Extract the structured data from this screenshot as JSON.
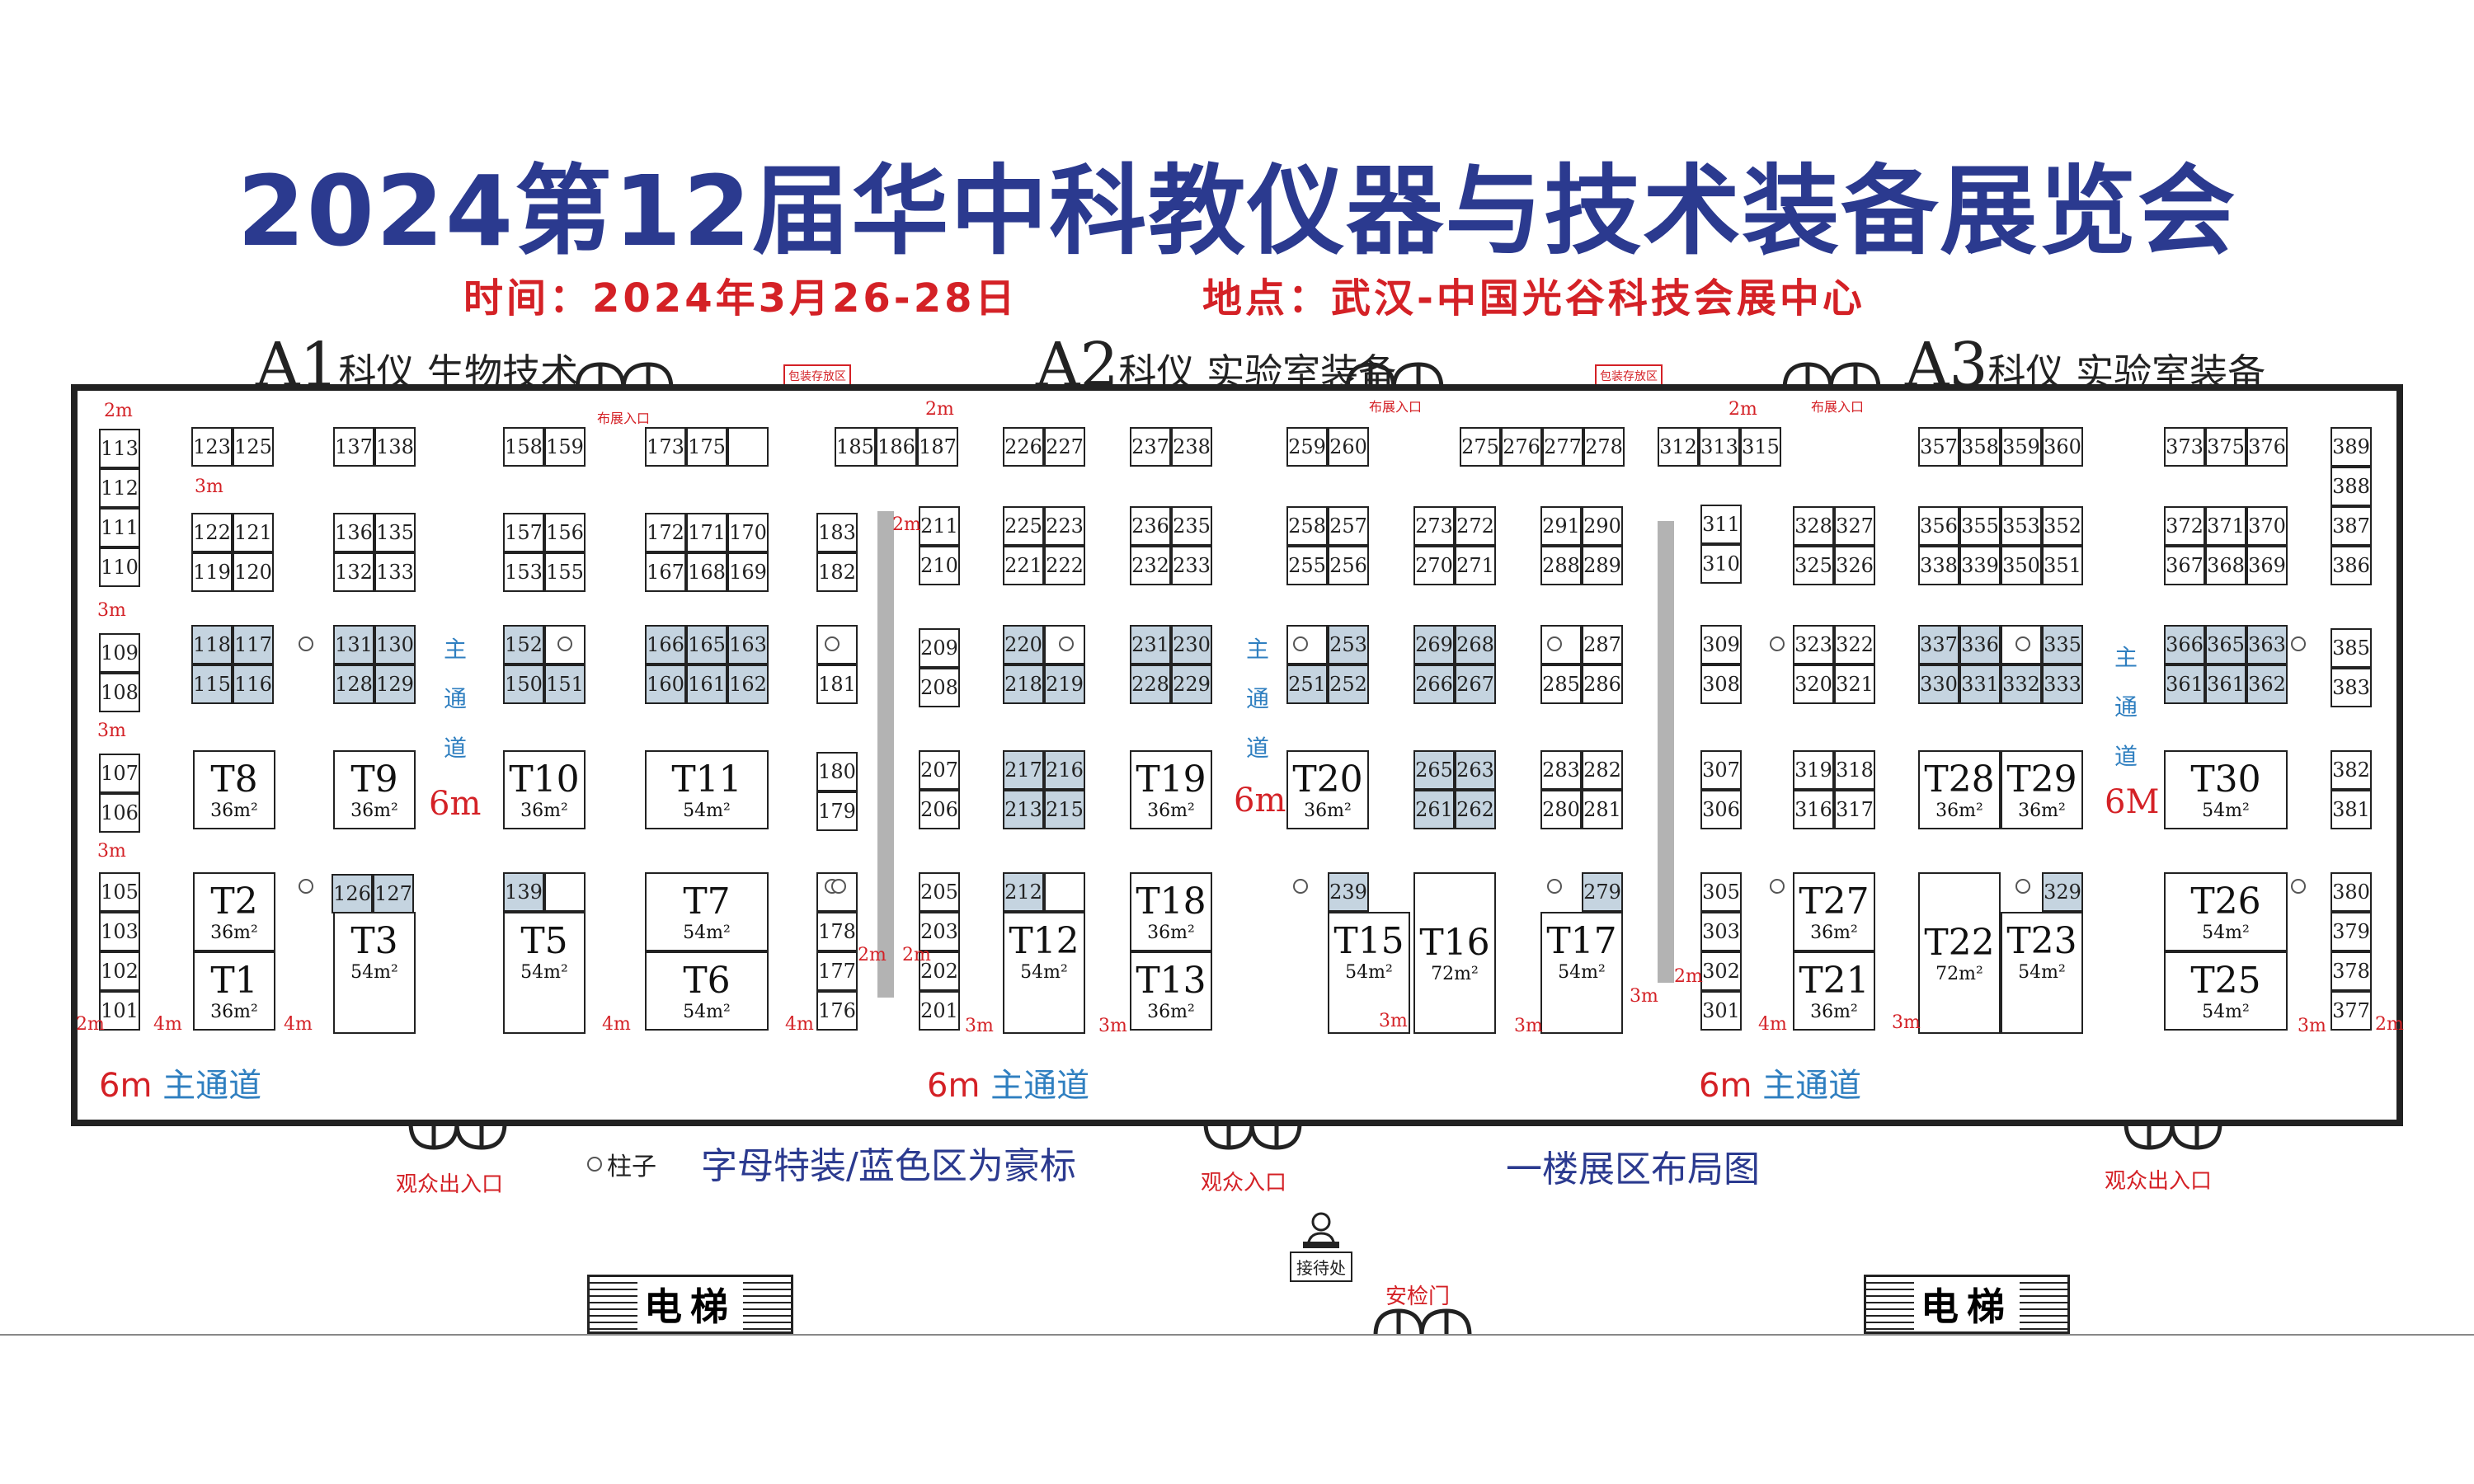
{
  "title": "2024第12届华中科教仪器与技术装备展览会",
  "time_text": "时间：2024年3月26-28日",
  "location_text": "地点：武汉-中国光谷科技会展中心",
  "halls": [
    {
      "code": "A1",
      "name": "科仪 生物技术"
    },
    {
      "code": "A2",
      "name": "科仪 实验室装备"
    },
    {
      "code": "A3",
      "name": "科仪 实验室装备"
    }
  ],
  "labels": {
    "exhibitor_entrance": "布展入口",
    "packaging_storage": "包装存放区",
    "visitor_exit_entrance": "观众出入口",
    "visitor_entrance": "观众入口",
    "pillar_legend": "柱子",
    "legend_text": "字母特装/蓝色区为豪标",
    "floor_layout": "一楼展区布局图",
    "reception": "接待处",
    "security_gate": "安检门",
    "elevator": "电梯",
    "main_aisle": "主通道",
    "main_aisle_v": "主通道"
  },
  "aisle_widths": {
    "six": "6m",
    "six_cap": "6M",
    "four": "4m",
    "three": "3m",
    "two": "2m"
  },
  "booths": [
    "113",
    "112",
    "111",
    "110",
    "109",
    "108",
    "107",
    "106",
    "105",
    "103",
    "102",
    "101",
    "123",
    "125",
    "122",
    "121",
    "119",
    "120",
    "118",
    "117",
    "115",
    "116",
    "126",
    "127",
    "137",
    "138",
    "136",
    "135",
    "132",
    "133",
    "131",
    "130",
    "128",
    "129",
    "158",
    "159",
    "157",
    "156",
    "153",
    "155",
    "152",
    "150",
    "151",
    "139",
    "173",
    "175",
    "172",
    "171",
    "170",
    "167",
    "168",
    "169",
    "166",
    "165",
    "163",
    "160",
    "161",
    "162",
    "183",
    "182",
    "181",
    "180",
    "179",
    "178",
    "177",
    "176",
    "185",
    "186",
    "187",
    "211",
    "210",
    "209",
    "208",
    "207",
    "206",
    "205",
    "203",
    "202",
    "201",
    "226",
    "227",
    "225",
    "223",
    "221",
    "222",
    "220",
    "218",
    "219",
    "217",
    "216",
    "213",
    "215",
    "212",
    "237",
    "238",
    "236",
    "235",
    "232",
    "233",
    "231",
    "230",
    "228",
    "229",
    "259",
    "260",
    "258",
    "257",
    "255",
    "256",
    "253",
    "251",
    "252",
    "239",
    "273",
    "272",
    "270",
    "271",
    "269",
    "268",
    "266",
    "267",
    "265",
    "263",
    "261",
    "262",
    "275",
    "276",
    "277",
    "278",
    "291",
    "290",
    "288",
    "289",
    "287",
    "285",
    "286",
    "283",
    "282",
    "280",
    "281",
    "279",
    "312",
    "313",
    "315",
    "311",
    "310",
    "309",
    "308",
    "307",
    "306",
    "305",
    "303",
    "302",
    "301",
    "328",
    "327",
    "325",
    "326",
    "323",
    "322",
    "320",
    "321",
    "319",
    "318",
    "316",
    "317",
    "357",
    "358",
    "359",
    "360",
    "356",
    "355",
    "353",
    "352",
    "338",
    "339",
    "350",
    "351",
    "337",
    "336",
    "335",
    "330",
    "331",
    "332",
    "333",
    "329",
    "373",
    "375",
    "376",
    "372",
    "371",
    "370",
    "367",
    "368",
    "369",
    "366",
    "365",
    "363",
    "361",
    "361",
    "362",
    "389",
    "388",
    "387",
    "386",
    "385",
    "383",
    "382",
    "381",
    "380",
    "379",
    "378",
    "377"
  ],
  "special_booths": [
    {
      "name": "T1",
      "area": "36m²"
    },
    {
      "name": "T2",
      "area": "36m²"
    },
    {
      "name": "T3",
      "area": "54m²"
    },
    {
      "name": "T5",
      "area": "54m²"
    },
    {
      "name": "T6",
      "area": "54m²"
    },
    {
      "name": "T7",
      "area": "54m²"
    },
    {
      "name": "T8",
      "area": "36m²"
    },
    {
      "name": "T9",
      "area": "36m²"
    },
    {
      "name": "T10",
      "area": "36m²"
    },
    {
      "name": "T11",
      "area": "54m²"
    },
    {
      "name": "T12",
      "area": "54m²"
    },
    {
      "name": "T13",
      "area": "36m²"
    },
    {
      "name": "T15",
      "area": "54m²"
    },
    {
      "name": "T16",
      "area": "72m²"
    },
    {
      "name": "T17",
      "area": "54m²"
    },
    {
      "name": "T18",
      "area": "36m²"
    },
    {
      "name": "T19",
      "area": "36m²"
    },
    {
      "name": "T20",
      "area": "36m²"
    },
    {
      "name": "T21",
      "area": "36m²"
    },
    {
      "name": "T22",
      "area": "72m²"
    },
    {
      "name": "T23",
      "area": "54m²"
    },
    {
      "name": "T25",
      "area": "54m²"
    },
    {
      "name": "T26",
      "area": "54m²"
    },
    {
      "name": "T27",
      "area": "36m²"
    },
    {
      "name": "T28",
      "area": "36m²"
    },
    {
      "name": "T29",
      "area": "36m²"
    },
    {
      "name": "T30",
      "area": "54m²"
    }
  ],
  "colors": {
    "title": "#2b3a8f",
    "red_text": "#d42126",
    "premium_booth": "#c5d4e0",
    "aisle_text": "#2f7fc0"
  }
}
